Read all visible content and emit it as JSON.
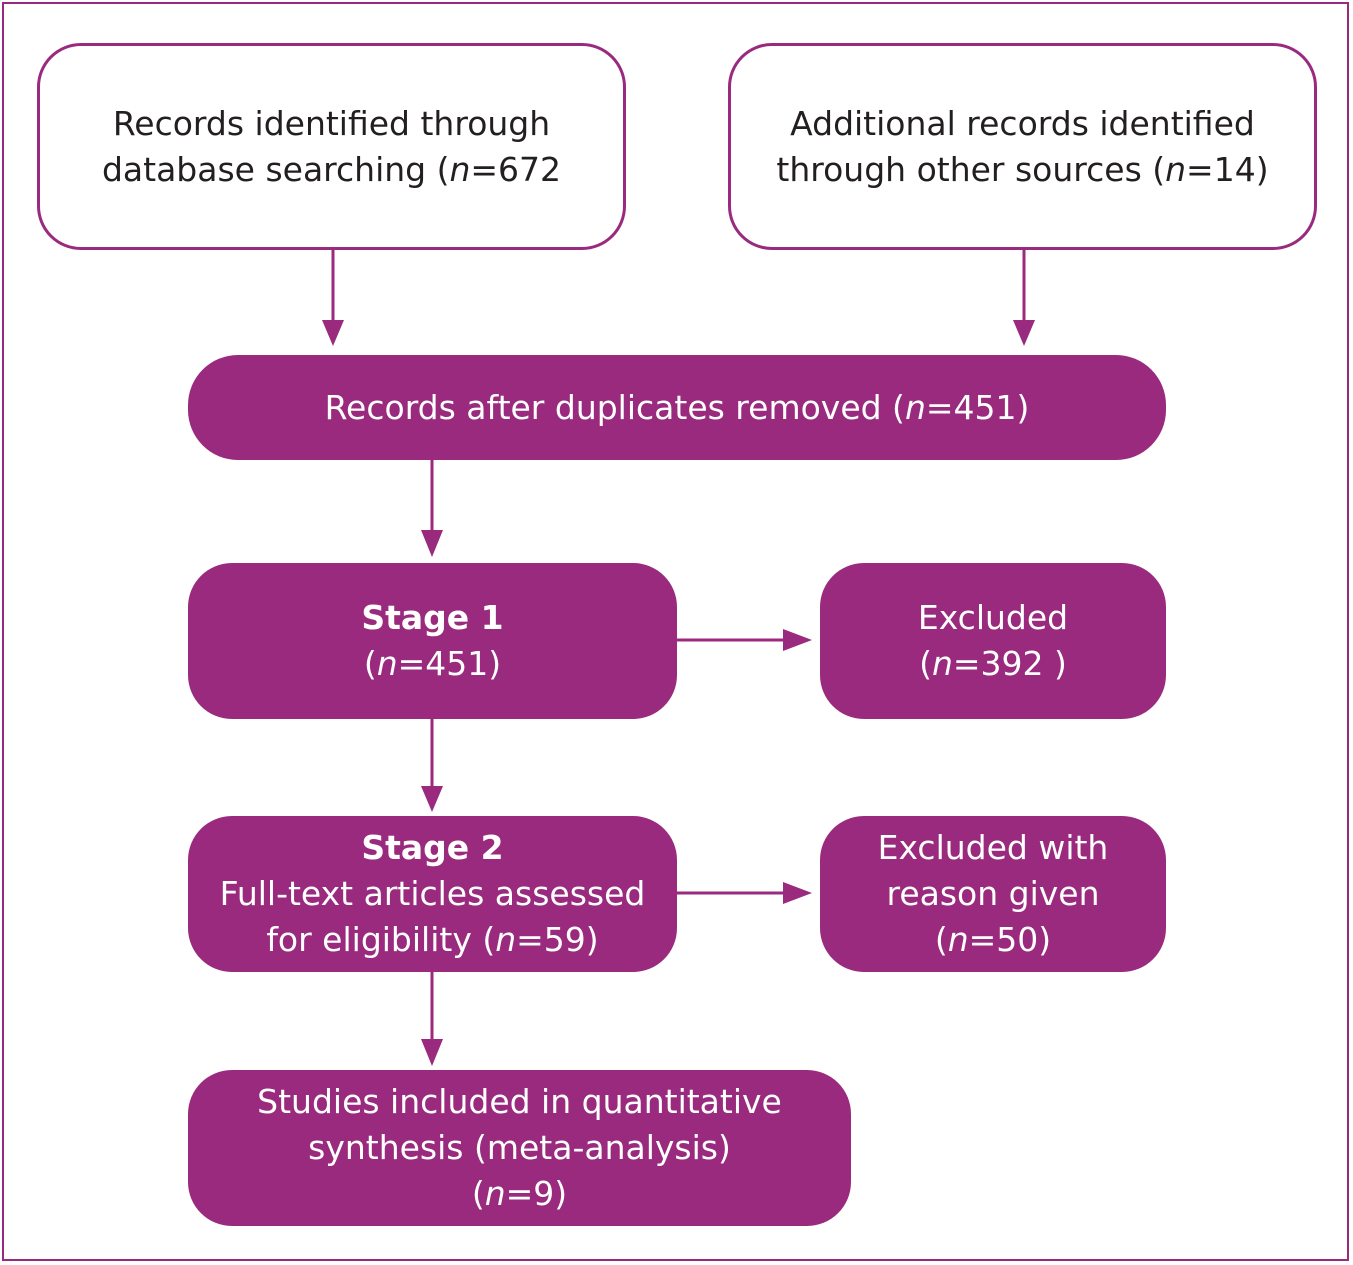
{
  "colors": {
    "accent": "#9a2a7e",
    "text_dark": "#231f20",
    "text_light": "#ffffff"
  },
  "boxes": {
    "db_search": {
      "line1": "Records identified through",
      "line2_prefix": "database searching (",
      "n_symbol": "n",
      "line2_suffix": "=672"
    },
    "other_sources": {
      "line1": "Additional records identified",
      "line2_prefix": "through other sources (",
      "n_symbol": "n",
      "line2_suffix": "=14)"
    },
    "after_duplicates": {
      "prefix": "Records after duplicates removed (",
      "n_symbol": "n",
      "suffix": "=451)"
    },
    "stage1": {
      "title": "Stage 1",
      "prefix": "(",
      "n_symbol": "n",
      "suffix": "=451)"
    },
    "excluded1": {
      "title": "Excluded",
      "prefix": "(",
      "n_symbol": "n",
      "suffix": "=392 )"
    },
    "stage2": {
      "title": "Stage 2",
      "line1": "Full-text articles assessed",
      "line2_prefix": "for eligibility (",
      "n_symbol": "n",
      "line2_suffix": "=59)"
    },
    "excluded2": {
      "line1": "Excluded with",
      "line2": "reason given",
      "prefix": "(",
      "n_symbol": "n",
      "suffix": "=50)"
    },
    "included": {
      "line1": "Studies included in quantitative",
      "line2": "synthesis (meta-analysis)",
      "prefix": "(",
      "n_symbol": "n",
      "suffix": "=9)"
    }
  }
}
